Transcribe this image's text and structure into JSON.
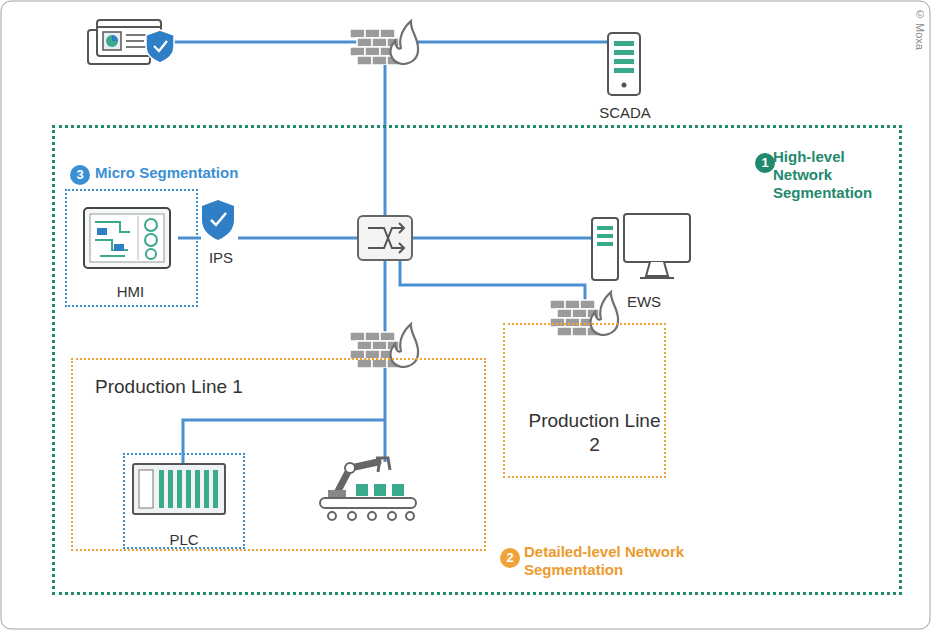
{
  "diagram": {
    "nodes": [
      {
        "text": [
          "SCADA"
        ]
      },
      {
        "text": [
          "1",
          "High-level Network Segmentation"
        ]
      },
      {
        "text": [
          "3",
          "Micro Segmentation"
        ],
        "in": 1
      },
      {
        "text": [
          "HMI"
        ],
        "in": 2
      },
      {
        "text": [
          "IPS"
        ],
        "in": 1
      },
      {
        "text": [
          "EWS"
        ],
        "in": 1
      },
      {
        "text": [
          "Production Line 1"
        ],
        "in": 1
      },
      {
        "text": [
          "PLC"
        ],
        "in": 6
      },
      {
        "text": [
          "Production Line 2"
        ],
        "in": 1
      }
    ],
    "edges": [
      {
        "from": 3,
        "to": 4,
        "arrow": "none"
      }
    ],
    "labels": [
      "2",
      "Detailed-level Network Segmentation",
      "© Moxa"
    ]
  }
}
